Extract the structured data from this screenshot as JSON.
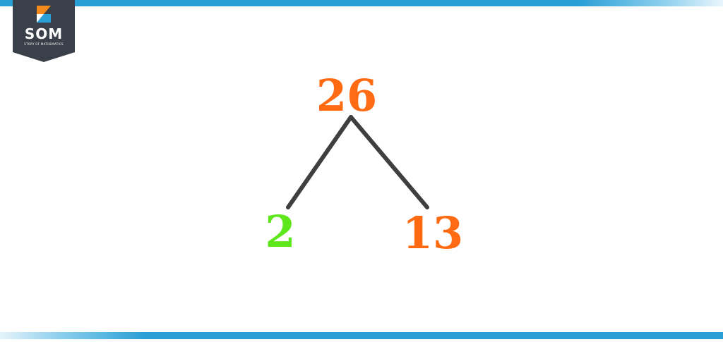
{
  "brand": {
    "logo_text": "SOM",
    "logo_subtext": "STORY OF MATHEMATICS"
  },
  "factor_tree": {
    "root": "26",
    "left_factor": "2",
    "right_factor": "13"
  },
  "colors": {
    "accent_bar": "#2a9fd6",
    "logo_badge": "#3a4049",
    "composite_number": "#ff6a13",
    "prime_factor_left": "#5ee81c",
    "prime_factor_right": "#ff6a13",
    "branch_line": "#3f3f3f"
  }
}
